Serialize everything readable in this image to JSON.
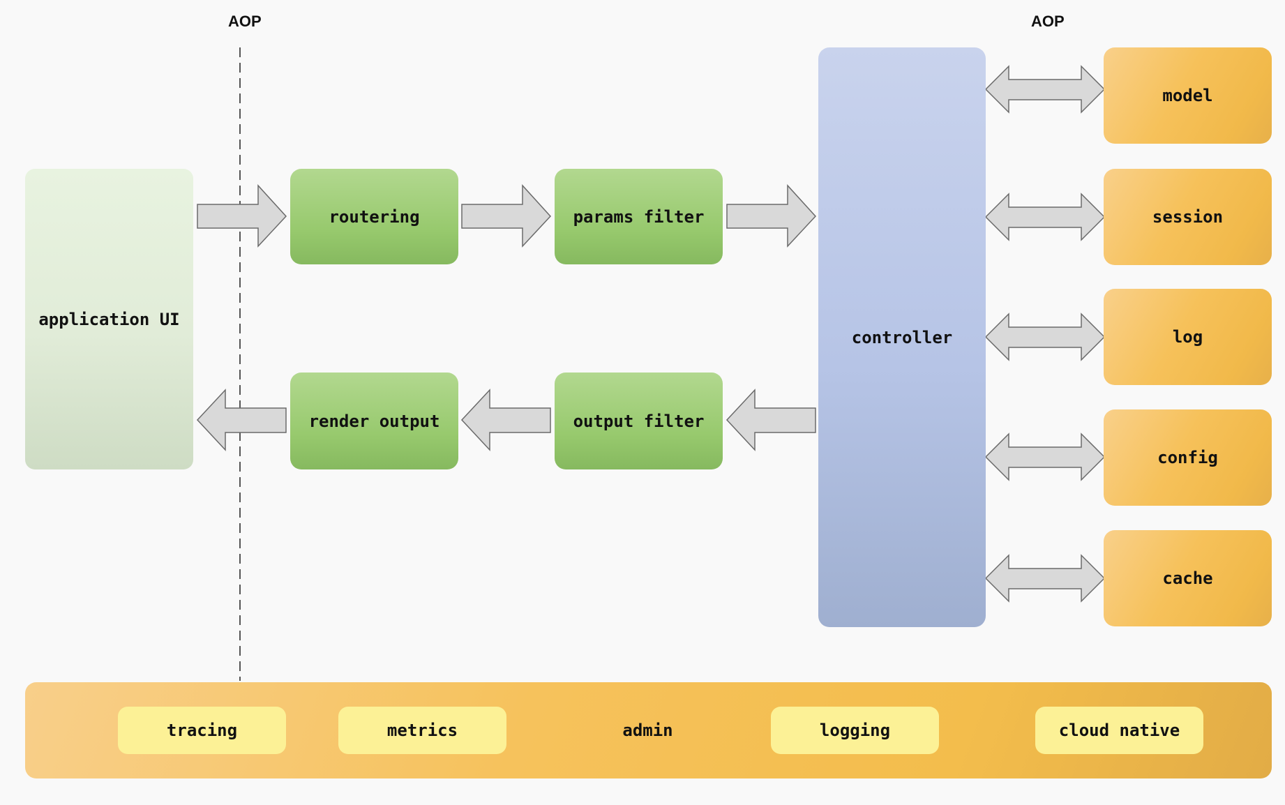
{
  "aop_labels": {
    "left": "AOP",
    "right": "AOP"
  },
  "application": {
    "label": "application UI"
  },
  "request_flow": {
    "routering": "routering",
    "params_filter": "params filter"
  },
  "response_flow": {
    "render_output": "render output",
    "output_filter": "output filter"
  },
  "controller": {
    "label": "controller"
  },
  "services": [
    "model",
    "session",
    "log",
    "config",
    "cache"
  ],
  "infrastructure": [
    "tracing",
    "metrics",
    "admin",
    "logging",
    "cloud native"
  ],
  "colors": {
    "arrow_fill": "#d9d9d9",
    "arrow_stroke": "#6a6a6a",
    "green": "#97c96d",
    "blue": "#b6c4e6",
    "orange": "#f6c15a",
    "pill": "#fcf196"
  }
}
